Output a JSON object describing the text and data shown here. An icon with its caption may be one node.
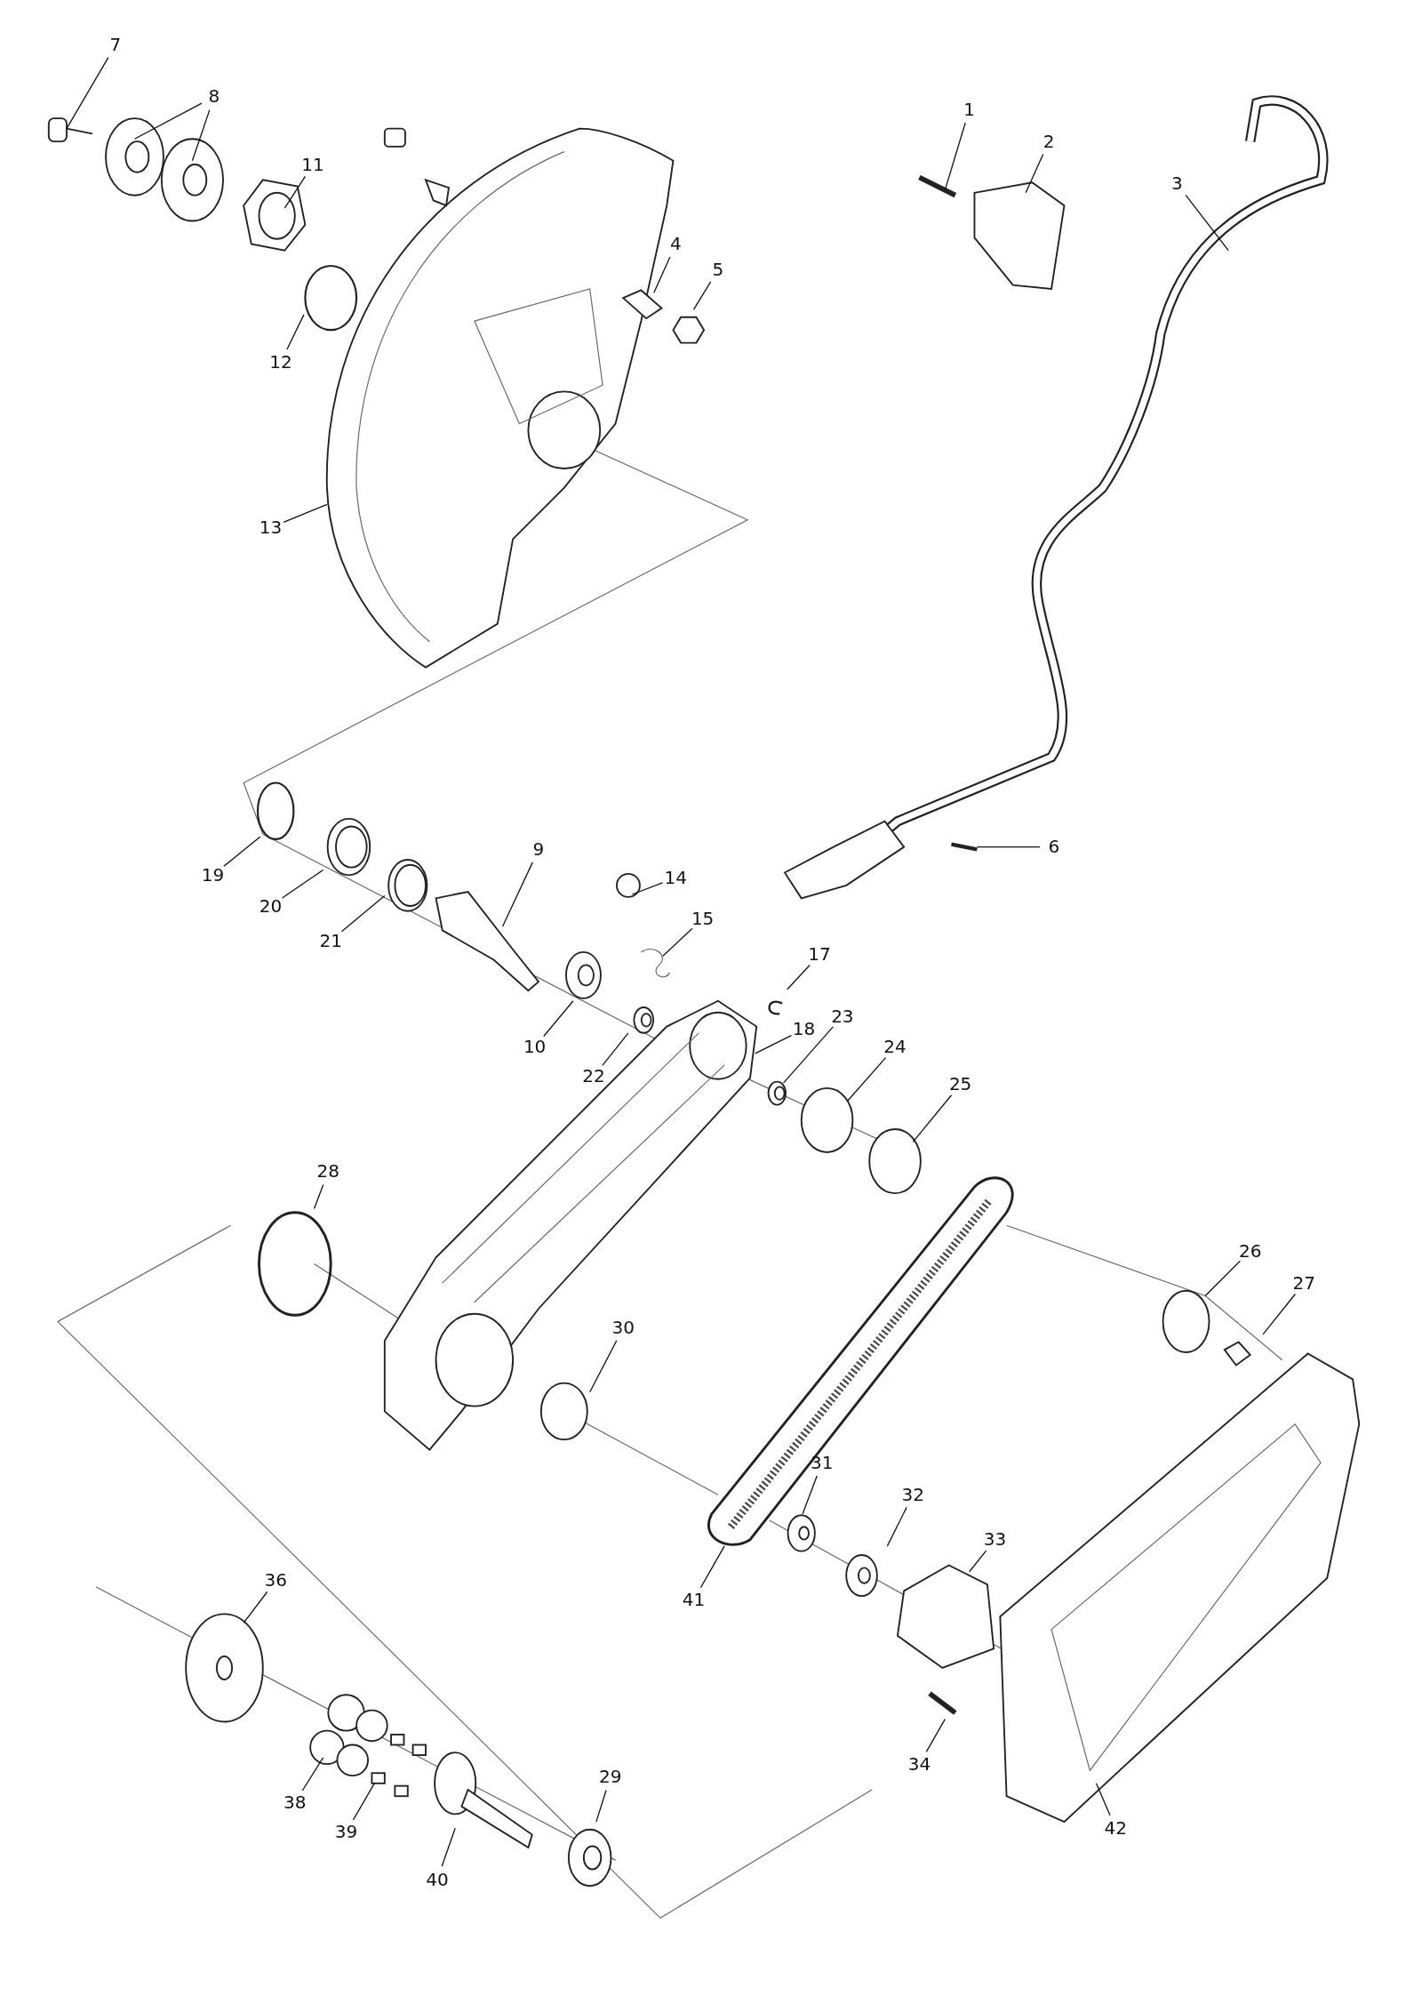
{
  "diagram": {
    "nodes": [
      {
        "text": [
          "7"
        ]
      },
      {
        "text": [
          "8"
        ]
      },
      {
        "text": [
          "1"
        ]
      },
      {
        "text": [
          "11"
        ]
      },
      {
        "text": [
          "2"
        ]
      },
      {
        "text": [
          "3"
        ]
      },
      {
        "text": [
          "4"
        ]
      },
      {
        "text": [
          "5"
        ]
      },
      {
        "text": [
          "12"
        ]
      },
      {
        "text": [
          "13"
        ]
      },
      {
        "text": [
          "6"
        ]
      },
      {
        "text": [
          "9"
        ]
      },
      {
        "text": [
          "19"
        ]
      },
      {
        "text": [
          "14"
        ]
      },
      {
        "text": [
          "20"
        ]
      },
      {
        "text": [
          "15"
        ]
      },
      {
        "text": [
          "21"
        ]
      },
      {
        "text": [
          "17"
        ]
      },
      {
        "text": [
          "18"
        ]
      },
      {
        "text": [
          "10"
        ]
      },
      {
        "text": [
          "23"
        ]
      },
      {
        "text": [
          "24"
        ]
      },
      {
        "text": [
          "22"
        ]
      },
      {
        "text": [
          "25"
        ]
      },
      {
        "text": [
          "28"
        ]
      },
      {
        "text": [
          "26"
        ]
      },
      {
        "text": [
          "27"
        ]
      },
      {
        "text": [
          "30"
        ]
      },
      {
        "text": [
          "31"
        ]
      },
      {
        "text": [
          "32"
        ]
      },
      {
        "text": [
          "33"
        ]
      },
      {
        "text": [
          "41"
        ]
      },
      {
        "text": [
          "36"
        ]
      },
      {
        "text": [
          "34"
        ]
      },
      {
        "text": [
          "29"
        ]
      },
      {
        "text": [
          "38"
        ]
      },
      {
        "text": [
          "42"
        ]
      },
      {
        "text": [
          "39"
        ]
      },
      {
        "text": [
          "40"
        ]
      }
    ],
    "edges": [
      {
        "from": 0,
        "to": null,
        "arrow": "none"
      },
      {
        "from": 1,
        "to": null,
        "arrow": "none"
      },
      {
        "from": 1,
        "to": null,
        "arrow": "none"
      },
      {
        "from": 2,
        "to": null,
        "arrow": "none"
      },
      {
        "from": 3,
        "to": null,
        "arrow": "none"
      },
      {
        "from": 4,
        "to": null,
        "arrow": "none"
      },
      {
        "from": 5,
        "to": null,
        "arrow": "none"
      },
      {
        "from": 6,
        "to": null,
        "arrow": "none"
      },
      {
        "from": 7,
        "to": null,
        "arrow": "none"
      },
      {
        "from": 8,
        "to": null,
        "arrow": "none"
      },
      {
        "from": 9,
        "to": null,
        "arrow": "none"
      },
      {
        "from": 10,
        "to": null,
        "arrow": "none"
      },
      {
        "from": 11,
        "to": null,
        "arrow": "none"
      },
      {
        "from": 12,
        "to": null,
        "arrow": "none"
      },
      {
        "from": 13,
        "to": null,
        "arrow": "none"
      },
      {
        "from": 14,
        "to": null,
        "arrow": "none"
      },
      {
        "from": 15,
        "to": null,
        "arrow": "none"
      },
      {
        "from": 16,
        "to": null,
        "arrow": "none"
      },
      {
        "from": 17,
        "to": null,
        "arrow": "none"
      },
      {
        "from": 18,
        "to": null,
        "arrow": "none"
      },
      {
        "from": 19,
        "to": null,
        "arrow": "none"
      },
      {
        "from": 20,
        "to": null,
        "arrow": "none"
      },
      {
        "from": 21,
        "to": null,
        "arrow": "none"
      },
      {
        "from": 22,
        "to": null,
        "arrow": "none"
      },
      {
        "from": 23,
        "to": null,
        "arrow": "none"
      },
      {
        "from": 24,
        "to": null,
        "arrow": "none"
      },
      {
        "from": 25,
        "to": null,
        "arrow": "none"
      },
      {
        "from": 26,
        "to": null,
        "arrow": "none"
      },
      {
        "from": 27,
        "to": null,
        "arrow": "none"
      },
      {
        "from": 28,
        "to": null,
        "arrow": "none"
      },
      {
        "from": 29,
        "to": null,
        "arrow": "none"
      },
      {
        "from": 30,
        "to": null,
        "arrow": "none"
      },
      {
        "from": 31,
        "to": null,
        "arrow": "none"
      },
      {
        "from": 32,
        "to": null,
        "arrow": "none"
      },
      {
        "from": 33,
        "to": null,
        "arrow": "none"
      },
      {
        "from": 34,
        "to": null,
        "arrow": "none"
      },
      {
        "from": 35,
        "to": null,
        "arrow": "none"
      },
      {
        "from": 36,
        "to": null,
        "arrow": "none"
      },
      {
        "from": 37,
        "to": null,
        "arrow": "none"
      },
      {
        "from": 38,
        "to": null,
        "arrow": "none"
      }
    ]
  }
}
